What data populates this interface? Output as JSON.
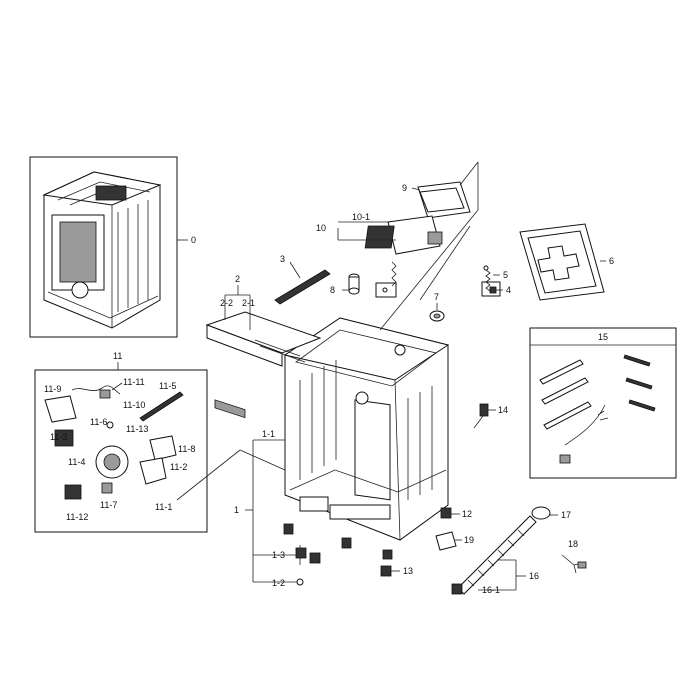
{
  "labels": {
    "l0": "0",
    "l1": "1",
    "l1_1": "1-1",
    "l1_2": "1-2",
    "l1_3": "1-3",
    "l2": "2",
    "l2_1": "2-1",
    "l2_2": "2-2",
    "l3": "3",
    "l4": "4",
    "l5": "5",
    "l6": "6",
    "l7": "7",
    "l8": "8",
    "l9": "9",
    "l10": "10",
    "l10_1": "10-1",
    "l11": "11",
    "l11_1": "11-1",
    "l11_2": "11-2",
    "l11_3": "11-3",
    "l11_4": "11-4",
    "l11_5": "11-5",
    "l11_6": "11-6",
    "l11_7": "11-7",
    "l11_8": "11-8",
    "l11_9": "11-9",
    "l11_10": "11-10",
    "l11_11": "11-11",
    "l11_12": "11-12",
    "l11_13": "11-13",
    "l12": "12",
    "l13": "13",
    "l14": "14",
    "l15": "15",
    "l16": "16",
    "l16_1": "16-1",
    "l17": "17",
    "l18": "18",
    "l19": "19"
  }
}
